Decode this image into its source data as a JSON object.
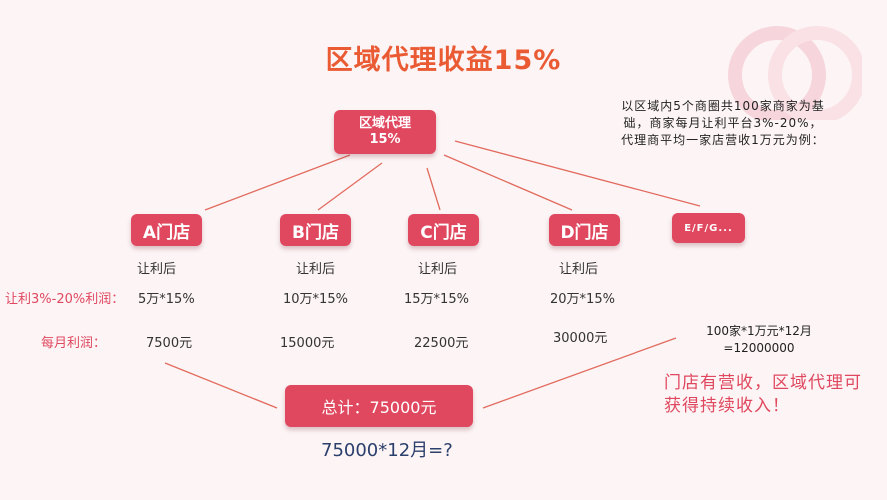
{
  "title": "区域代理收益15%",
  "top_node": {
    "line1": "区域代理",
    "line2": "15%"
  },
  "note": "以区域内5个商圈共100家商家为基础，商家每月让利平台3%-20%，代理商平均一家店营收1万元为例：",
  "stores": [
    {
      "name": "A门店",
      "after": "让利后",
      "calc": "5万*15%",
      "profit": "7500元"
    },
    {
      "name": "B门店",
      "after": "让利后",
      "calc": "10万*15%",
      "profit": "15000元"
    },
    {
      "name": "C门店",
      "after": "让利后",
      "calc": "15万*15%",
      "profit": "22500元"
    },
    {
      "name": "D门店",
      "after": "让利后",
      "calc": "20万*15%",
      "profit": "30000元"
    }
  ],
  "more_stores": "E/F/G...",
  "row_labels": {
    "rate": "让利3%-20%利润：",
    "monthly": "每月利润："
  },
  "total_label": "总计：75000元",
  "question": "75000*12月=?",
  "formula": {
    "line1": "100家*1万元*12月",
    "line2": "=12000000"
  },
  "slogan": "门店有营收，区域代理可获得持续收入！",
  "colors": {
    "accent": "#e0485f",
    "title": "#ea5a33",
    "background": "#fcf4f5",
    "question": "#2a3f6b"
  },
  "icons": {
    "decoration": "ring-decoration-icon"
  }
}
